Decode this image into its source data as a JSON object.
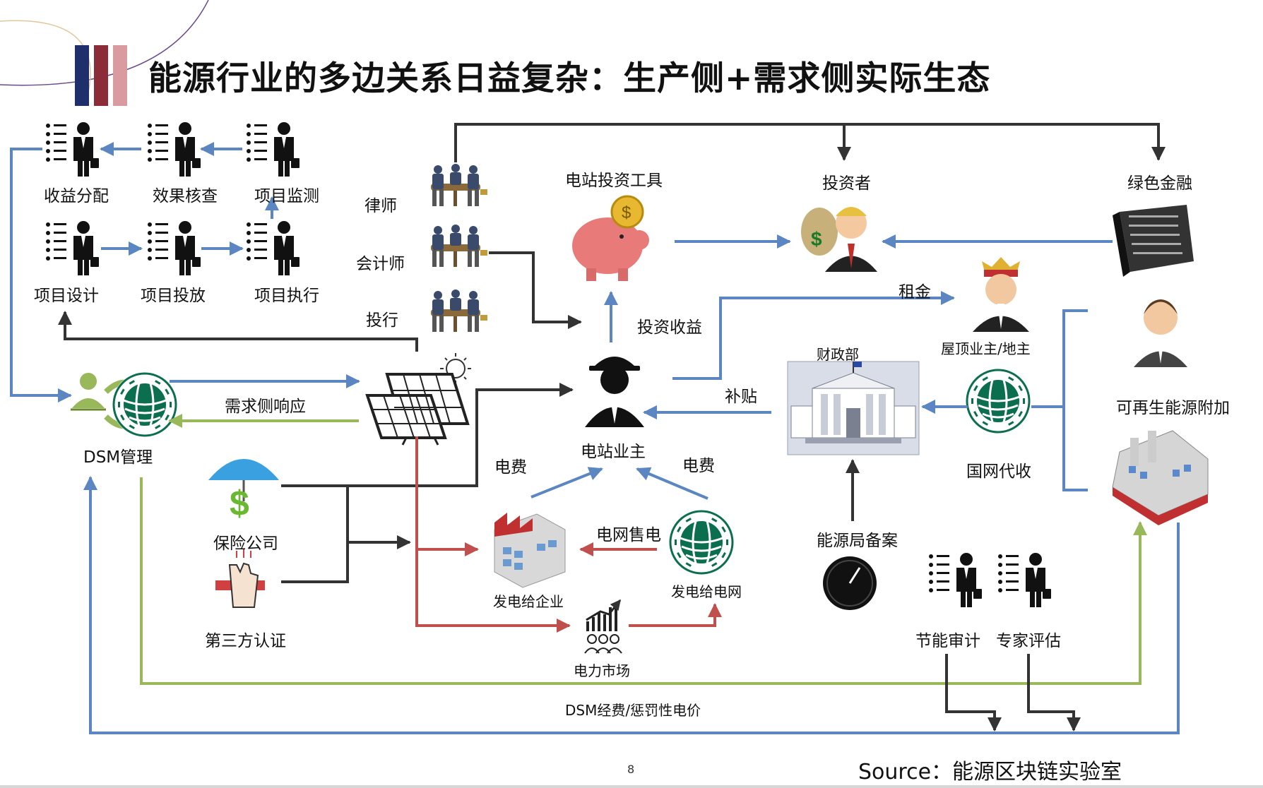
{
  "title": "能源行业的多边关系日益复杂：生产侧+需求侧实际生态",
  "colors": {
    "accent_navy": "#1f2f6b",
    "accent_red": "#8b2c38",
    "accent_pink": "#d99aa0",
    "arrow_blue": "#5b86c2",
    "arrow_green": "#98b85a",
    "arrow_red": "#c0504d",
    "arrow_dark": "#333333"
  },
  "process": {
    "top_row": [
      "收益分配",
      "效果核查",
      "项目监测"
    ],
    "bottom_row": [
      "项目设计",
      "项目投放",
      "项目执行"
    ]
  },
  "professionals": [
    "律师",
    "会计师",
    "投行"
  ],
  "nodes": {
    "investment_tool": "电站投资工具",
    "investor": "投资者",
    "green_finance": "绿色金融",
    "rooftop_owner": "屋顶业主/地主",
    "finance_ministry": "财政部",
    "state_grid_collect": "国网代收",
    "renewable_surcharge": "可再生能源附加",
    "dsm": "DSM管理",
    "plant_owner": "电站业主",
    "insurance": "保险公司",
    "third_party": "第三方认证",
    "gen_enterprise": "发电给企业",
    "gen_grid": "发电给电网",
    "power_market": "电力市场",
    "energy_bureau": "能源局备案",
    "energy_audit": "节能审计",
    "expert_eval": "专家评估"
  },
  "edge_labels": {
    "demand_response": "需求侧响应",
    "investment_return": "投资收益",
    "rent": "租金",
    "subsidy": "补贴",
    "electricity_fee_left": "电费",
    "electricity_fee_right": "电费",
    "grid_sales": "电网售电",
    "dsm_fee": "DSM经费/惩罚性电价"
  },
  "page_number": "8",
  "source": "Source：能源区块链实验室"
}
